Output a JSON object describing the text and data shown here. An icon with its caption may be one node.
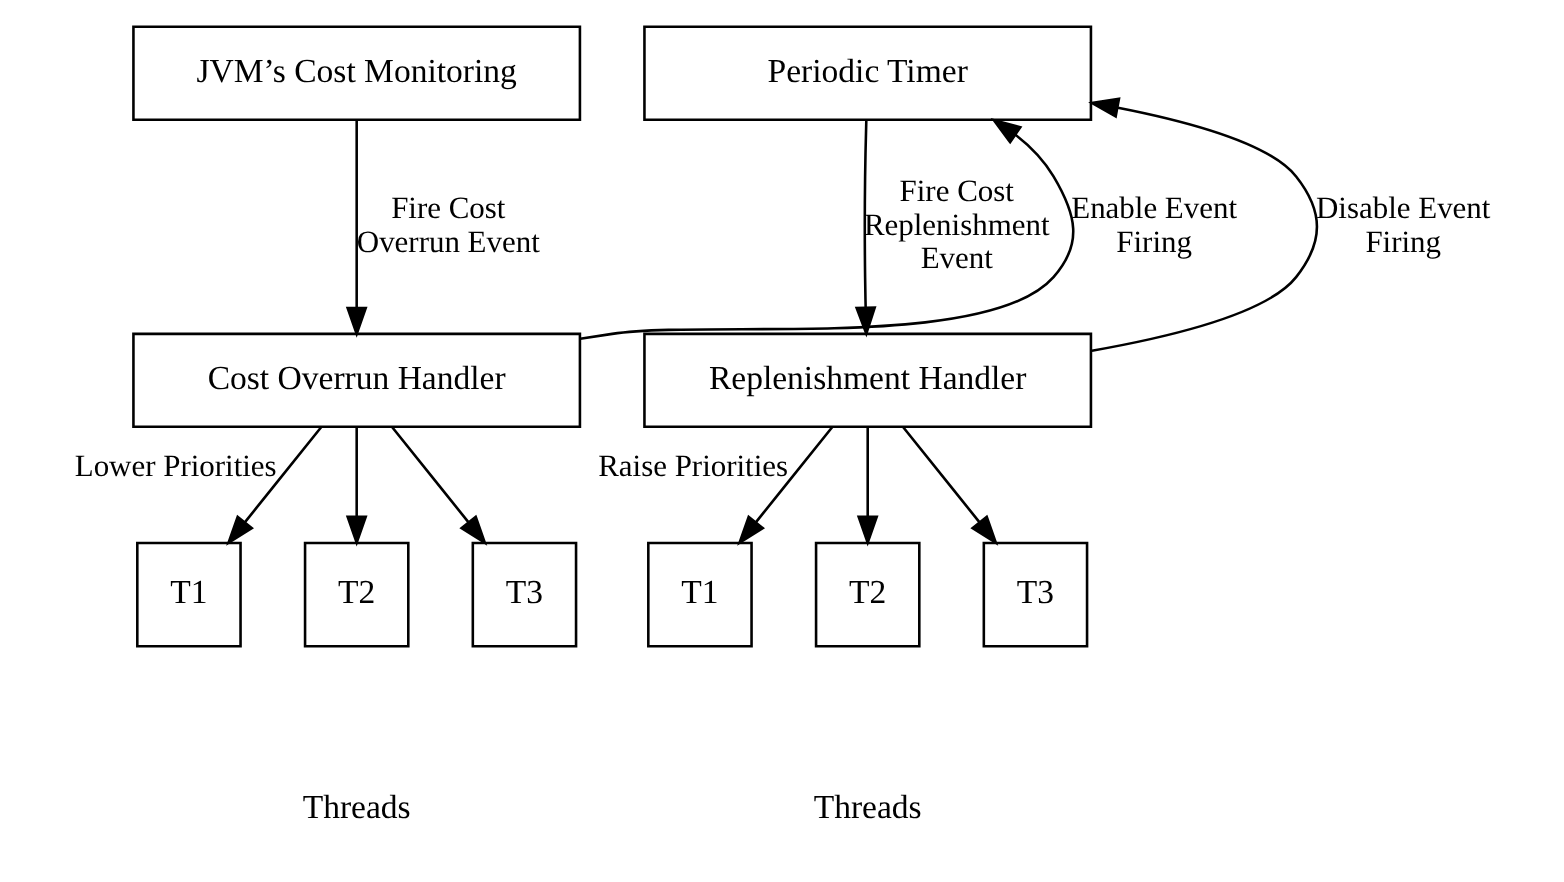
{
  "diagram": {
    "nodes": [
      {
        "text": [
          "JVM’s Cost Monitoring"
        ]
      },
      {
        "text": [
          "Periodic Timer"
        ]
      },
      {
        "text": [
          "Cost Overrun Handler"
        ]
      },
      {
        "text": [
          "Replenishment Handler"
        ]
      },
      {
        "text": [
          "T1"
        ]
      },
      {
        "text": [
          "T2"
        ]
      },
      {
        "text": [
          "T3"
        ]
      },
      {
        "text": [
          "T1"
        ]
      },
      {
        "text": [
          "T2"
        ]
      },
      {
        "text": [
          "T3"
        ]
      }
    ],
    "edges": [
      {
        "from": 0,
        "to": 2,
        "arrow": "to",
        "label": "Fire Cost Overrun Event"
      },
      {
        "from": 2,
        "to": 1,
        "arrow": "to",
        "label": "Enable Event Firing"
      },
      {
        "from": 1,
        "to": 3,
        "arrow": "to",
        "label": "Fire Cost Replenishment Event"
      },
      {
        "from": 3,
        "to": 1,
        "arrow": "to",
        "label": "Disable Event Firing"
      },
      {
        "from": 2,
        "to": 4,
        "arrow": "to",
        "label": "Lower Priorities"
      },
      {
        "from": 2,
        "to": 5,
        "arrow": "to"
      },
      {
        "from": 2,
        "to": 6,
        "arrow": "to"
      },
      {
        "from": 3,
        "to": 7,
        "arrow": "to",
        "label": "Raise Priorities"
      },
      {
        "from": 3,
        "to": 8,
        "arrow": "to"
      },
      {
        "from": 3,
        "to": 9,
        "arrow": "to"
      }
    ],
    "labels": [
      "Threads",
      "Threads"
    ]
  }
}
